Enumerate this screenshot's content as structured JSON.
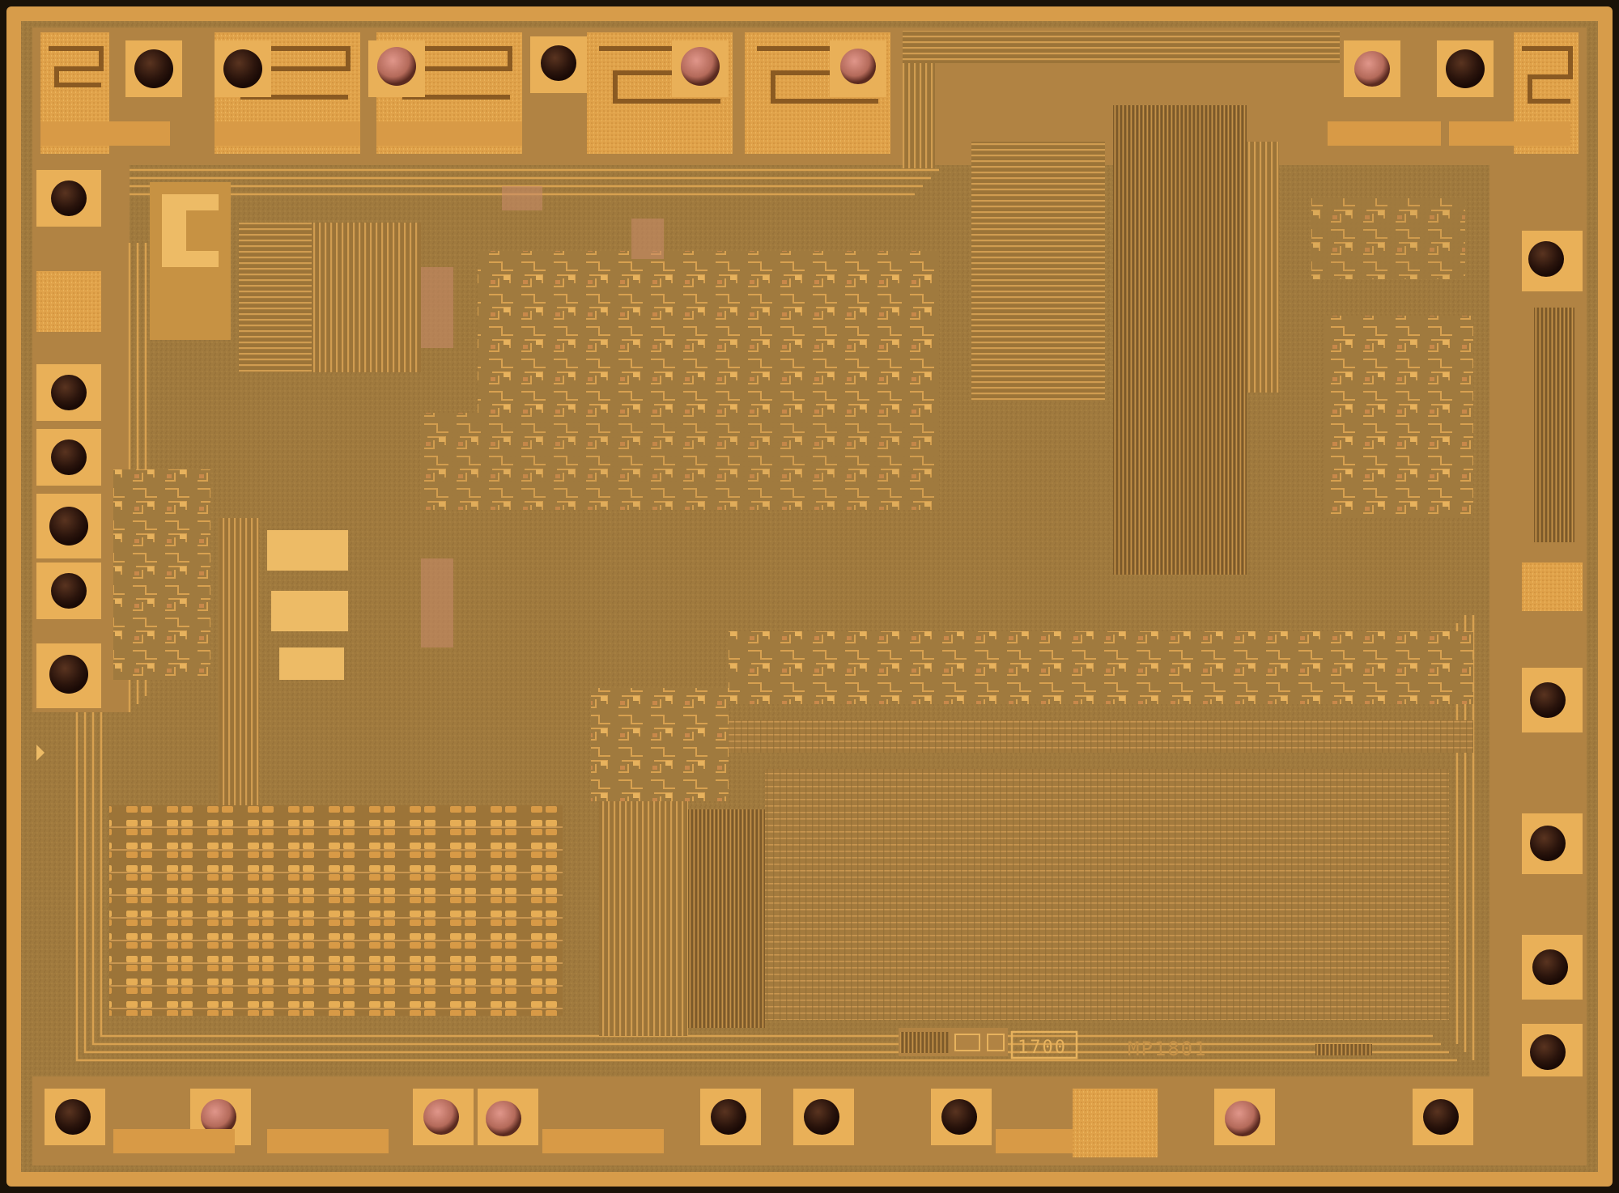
{
  "image": {
    "subject": "integrated-circuit-die-micrograph",
    "markings": {
      "mask_code": "1700",
      "part_number": "MP1801"
    },
    "colors": {
      "background": "#1a1208",
      "substrate": "#a07a3e",
      "substrate_dark": "#8b6530",
      "metal": "#e0a24a",
      "metal_light": "#f1c06a",
      "metal_dark": "#b9792c",
      "trace": "#caa05a",
      "pad_ball": "#2a140c",
      "pad_ball_pink": "#b46a5a",
      "poly_pink": "#c88a6a"
    }
  }
}
